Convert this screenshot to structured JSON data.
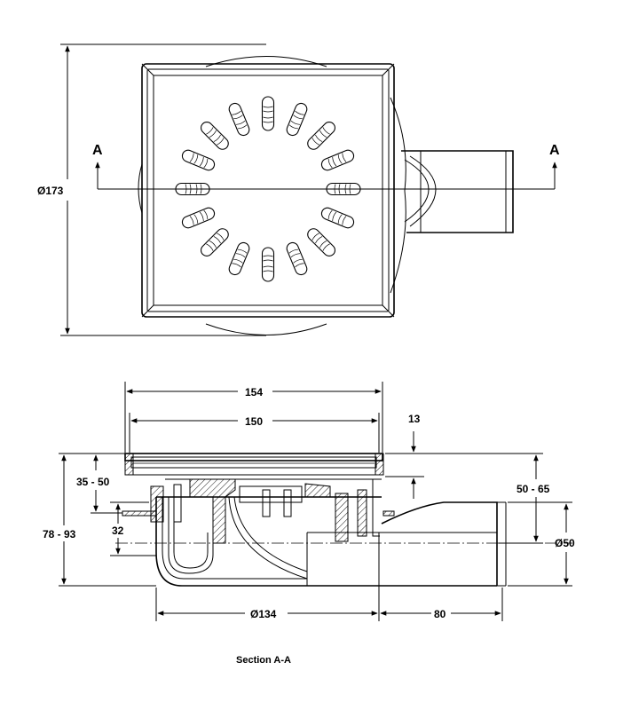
{
  "top_view": {
    "diameter_label": "Ø173",
    "section_mark_left": "A",
    "section_mark_right": "A"
  },
  "section_view": {
    "dim_outer_width": "154",
    "dim_inner_width": "150",
    "dim_top_thickness": "13",
    "dim_left_range": "35 - 50",
    "dim_total_height": "78 - 93",
    "dim_small": "32",
    "dim_outlet_height": "50 - 65",
    "dim_outlet_diameter": "Ø50",
    "dim_body_diameter": "Ø134",
    "dim_outlet_length": "80"
  },
  "caption": "Section A-A"
}
